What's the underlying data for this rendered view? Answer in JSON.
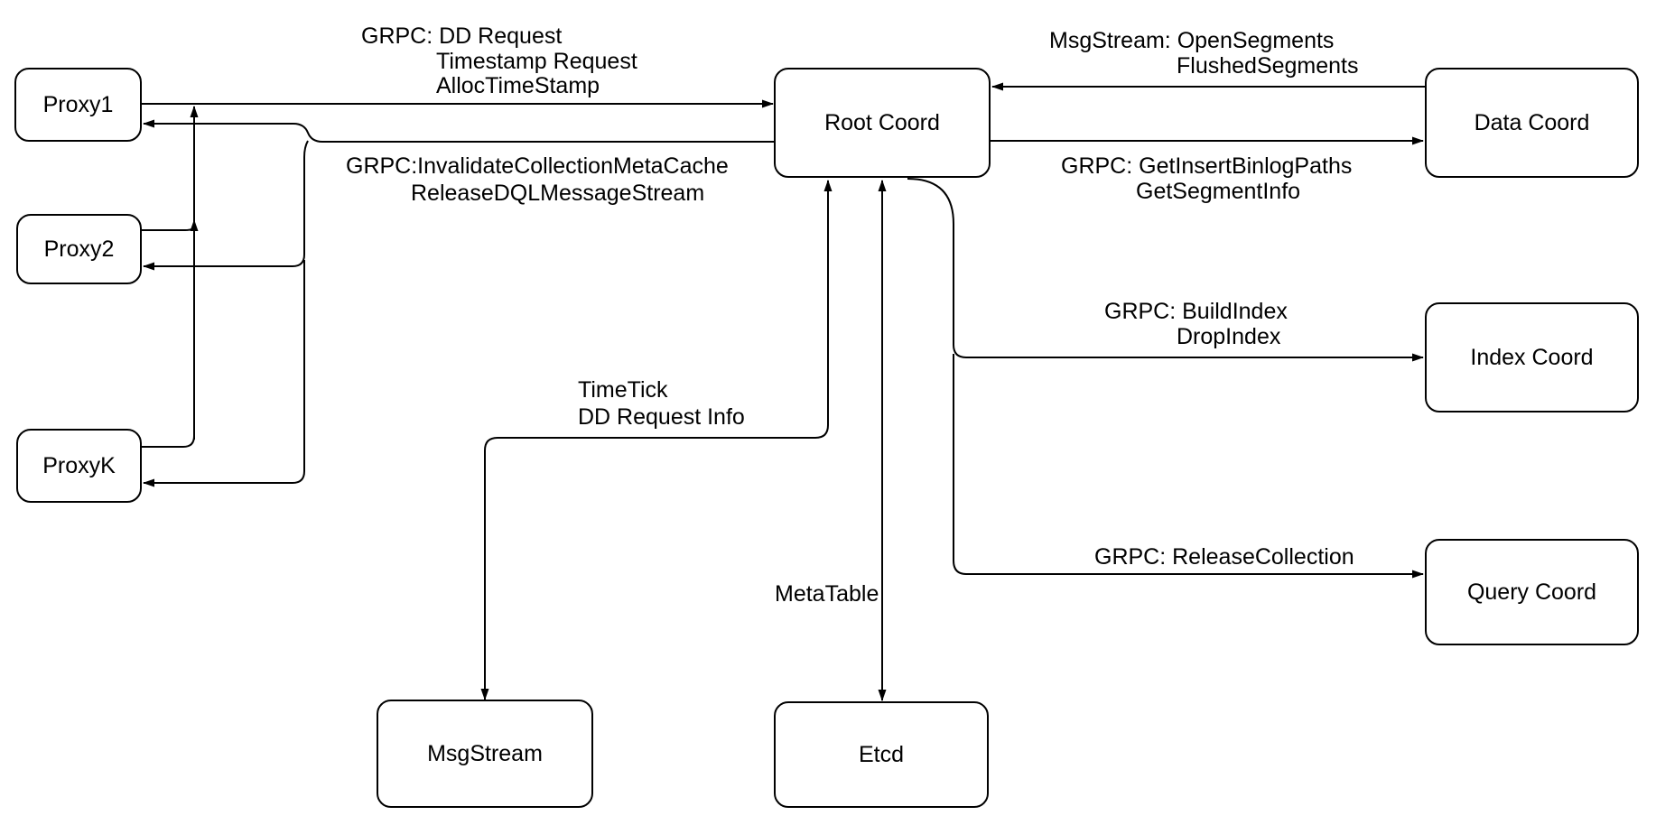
{
  "diagram": {
    "background": "#ffffff",
    "stroke_color": "#000000",
    "box_fill": "#ffffff",
    "nodes": {
      "proxy1": "Proxy1",
      "proxy2": "Proxy2",
      "proxyk": "ProxyK",
      "root_coord": "Root Coord",
      "data_coord": "Data Coord",
      "index_coord": "Index Coord",
      "query_coord": "Query Coord",
      "msgstream": "MsgStream",
      "etcd": "Etcd"
    },
    "edge_labels": {
      "proxy_to_root": [
        "GRPC: DD Request",
        "Timestamp Request",
        "AllocTimeStamp"
      ],
      "root_to_proxy": [
        "GRPC:InvalidateCollectionMetaCache",
        "ReleaseDQLMessageStream"
      ],
      "data_to_root": [
        "MsgStream: OpenSegments",
        "FlushedSegments"
      ],
      "root_to_data": [
        "GRPC: GetInsertBinlogPaths",
        "GetSegmentInfo"
      ],
      "root_to_index": [
        "GRPC: BuildIndex",
        "DropIndex"
      ],
      "root_to_query": [
        "GRPC: ReleaseCollection"
      ],
      "root_to_msgstream": [
        "TimeTick",
        "DD Request Info"
      ],
      "root_to_etcd": [
        "MetaTable"
      ]
    }
  }
}
